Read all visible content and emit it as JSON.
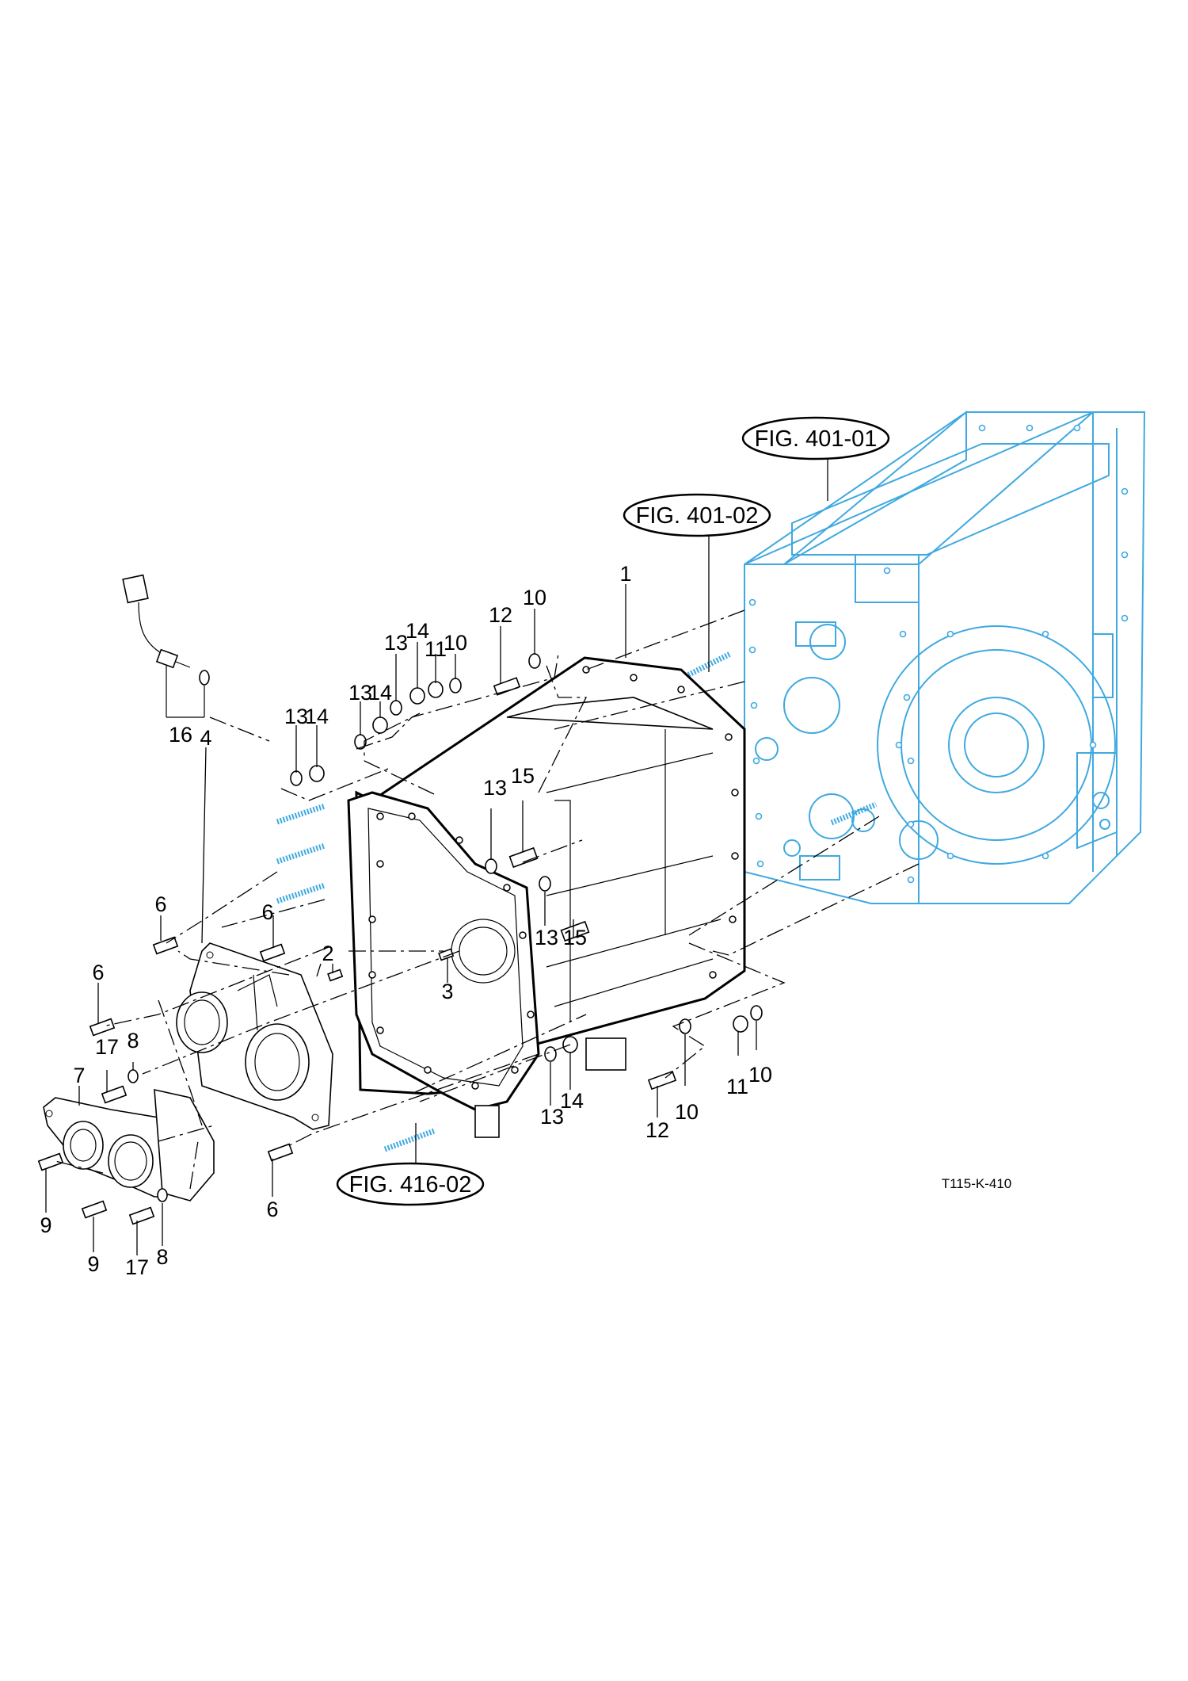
{
  "figure_refs": {
    "ref_401_01": "FIG. 401-01",
    "ref_401_02": "FIG. 401-02",
    "ref_416_02": "FIG. 416-02"
  },
  "drawing_code": "T115-K-410",
  "callouts": {
    "c1": "1",
    "c2": "2",
    "c3": "3",
    "c4": "4",
    "c6a": "6",
    "c6b": "6",
    "c6c": "6",
    "c6d": "6",
    "c7": "7",
    "c8a": "8",
    "c8b": "8",
    "c9a": "9",
    "c9b": "9",
    "c10a": "10",
    "c10b": "10",
    "c10c": "10",
    "c10d": "10",
    "c11a": "11",
    "c11b": "11",
    "c12a": "12",
    "c12b": "12",
    "c13a": "13",
    "c13b": "13",
    "c13c": "13",
    "c13d": "13",
    "c13e": "13",
    "c13f": "13",
    "c14a": "14",
    "c14b": "14",
    "c14c": "14",
    "c14d": "14",
    "c15a": "15",
    "c15b": "15",
    "c16": "16",
    "c17a": "17",
    "c17b": "17"
  },
  "colors": {
    "line": "#000000",
    "reference_part": "#3fa9e0",
    "background": "#ffffff"
  }
}
